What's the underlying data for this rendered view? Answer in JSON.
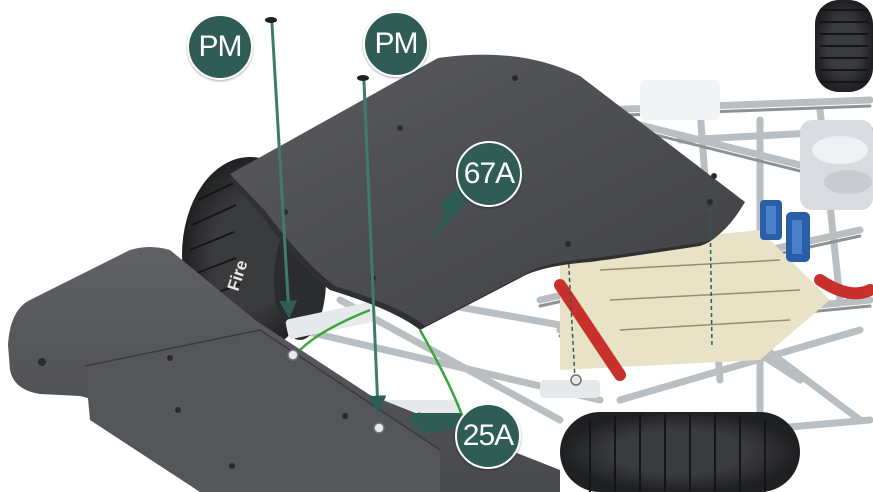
{
  "labels": {
    "pm_left": "PM",
    "pm_right": "PM",
    "part_67a": "67A",
    "part_25a": "25A"
  },
  "tire_text": "Fire",
  "colors": {
    "callout": "#2f5d55",
    "arrow": "#2f5d55",
    "panel": "#4e4f52",
    "frame": "#b9bec3",
    "floor": "#e8e2c6",
    "tire": "#2a2b2d",
    "red_part": "#c9302b",
    "blue_part": "#2a5fa8",
    "wire": "#3aa63a"
  }
}
